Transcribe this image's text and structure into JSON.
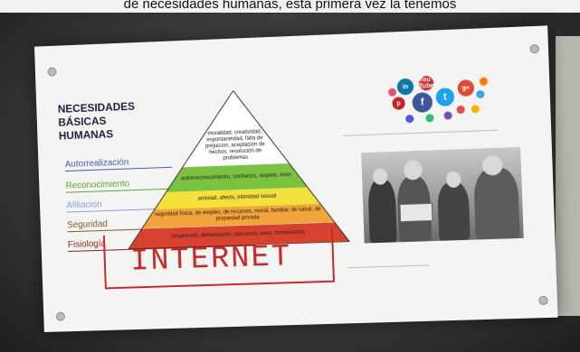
{
  "caption": "de necesidades humanas, esta primera vez la tenemos",
  "slide": {
    "title_lines": [
      "NECESIDADES",
      "BÁSICAS",
      "HUMANAS"
    ],
    "levels": [
      {
        "label": "Autorrealización",
        "color": "#3b5bb5"
      },
      {
        "label": "Reconocimiento",
        "color": "#5fa12f"
      },
      {
        "label": "Afiliación",
        "color": "#8b9bd6"
      },
      {
        "label": "Seguridad",
        "color": "#7a5a2a"
      },
      {
        "label": "Fisiología",
        "color": "#8a2020"
      }
    ],
    "tiers": [
      {
        "text": "moralidad, creatividad, espontaneidad, falta de prejuicios, aceptación de hechos, resolución de problemas",
        "color": "#ffffff"
      },
      {
        "text": "autorreconocimiento, confianza, respeto, éxito",
        "color": "#7cc242"
      },
      {
        "text": "amistad, afecto, intimidad sexual",
        "color": "#f3e03a"
      },
      {
        "text": "seguridad física, de empleo, de recursos, moral, familiar, de salud, de propiedad privada",
        "color": "#f2a33a"
      },
      {
        "text": "respiración, alimentación, descanso, sexo, homeostasis",
        "color": "#d9412f"
      }
    ],
    "internet_label": "INTERNET",
    "social_icons": [
      {
        "name": "linkedin-icon",
        "glyph": "in",
        "color": "#0e76a8"
      },
      {
        "name": "youtube-icon",
        "glyph": "You Tube",
        "color": "#d92b2b"
      },
      {
        "name": "facebook-icon",
        "glyph": "f",
        "color": "#3b5998"
      },
      {
        "name": "twitter-icon",
        "glyph": "t",
        "color": "#1da1f2"
      },
      {
        "name": "googleplus-icon",
        "glyph": "g+",
        "color": "#dd4b39"
      },
      {
        "name": "pinterest-icon",
        "glyph": "p",
        "color": "#c8232c"
      }
    ]
  }
}
